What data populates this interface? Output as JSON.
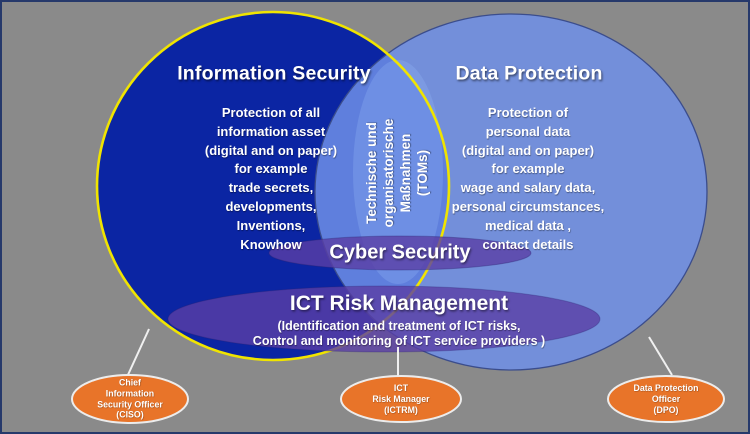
{
  "colors": {
    "background": "#8a8a8a",
    "frame_border": "#26396b",
    "navy": "#0b25a3",
    "yellow": "#f0e400",
    "light_blue": "#6f8fe8",
    "circle_edge": "#3b4d8c",
    "purple": "#5a3fa5",
    "orange": "#e87429",
    "connector": "#f0f0f0",
    "text": "#ffffff"
  },
  "venn": {
    "left_circle": {
      "title": "Information Security",
      "body": "Protection of all\ninformation asset\n(digital and on paper)\nfor example\ntrade secrets,\ndevelopments,\nInventions,\nKnowhow"
    },
    "right_circle": {
      "title": "Data Protection",
      "body": "Protection of\npersonal data\n(digital and on paper)\nfor example\nwage and salary data,\npersonal circumstances,\nmedical data ,\ncontact details"
    },
    "intersection": {
      "label": "Technische und\norganisatorische\nMaßnahmen\n(TOMs)"
    },
    "cyber_security": {
      "title": "Cyber Security"
    },
    "ict_risk": {
      "title": "ICT Risk Management",
      "subtitle": "(Identification and treatment of ICT risks,\nControl and monitoring of ICT service providers )"
    }
  },
  "roles": [
    {
      "label": "Chief\nInformation\nSecurity Officer\n(CISO)"
    },
    {
      "label": "ICT\nRisk Manager\n(ICTRM)"
    },
    {
      "label": "Data Protection\nOfficer\n(DPO)"
    }
  ]
}
